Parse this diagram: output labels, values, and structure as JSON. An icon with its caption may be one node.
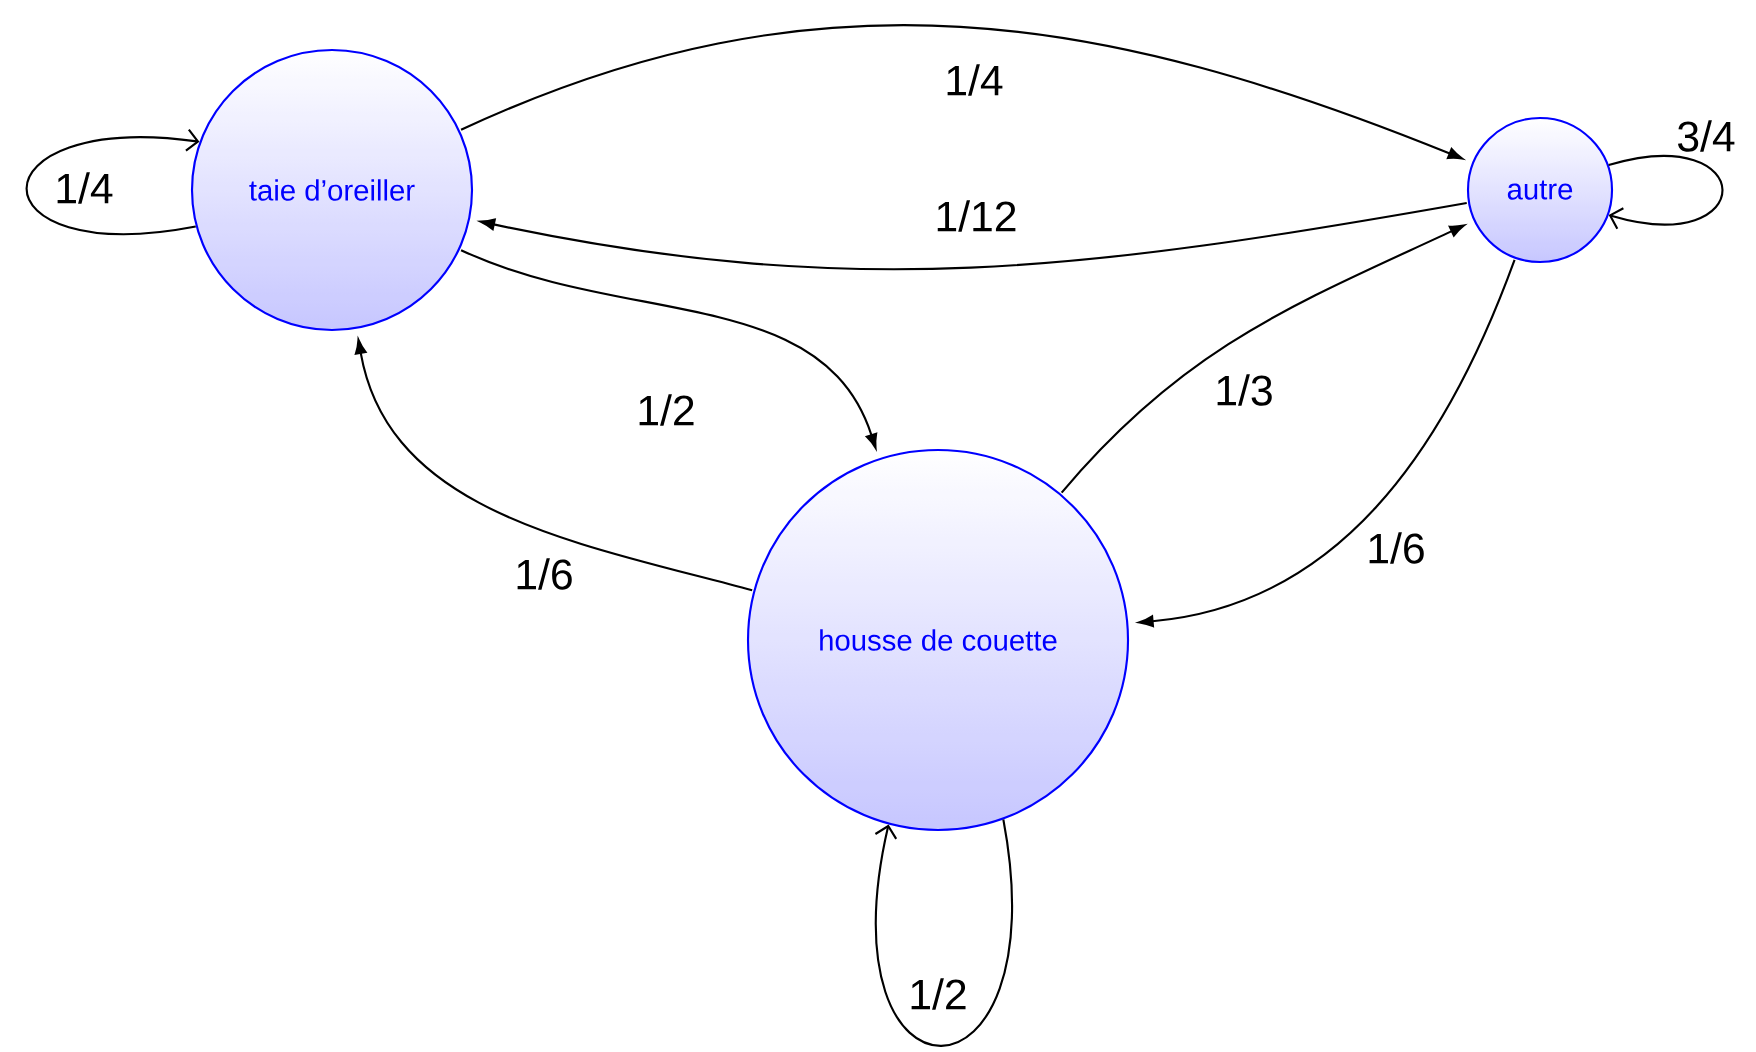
{
  "diagram": {
    "nodes": [
      {
        "text": [
          "taie d’oreiller"
        ]
      },
      {
        "text": [
          "housse de couette"
        ]
      },
      {
        "text": [
          "autre"
        ]
      }
    ],
    "edges": [
      {
        "from": 0,
        "to": 2,
        "arrow": "to",
        "label": "1/4"
      },
      {
        "from": 2,
        "to": 0,
        "arrow": "to",
        "label": "1/12"
      },
      {
        "from": 0,
        "to": 0,
        "arrow": "to",
        "label": "1/4"
      },
      {
        "from": 0,
        "to": 1,
        "arrow": "to",
        "label": "1/2"
      },
      {
        "from": 1,
        "to": 0,
        "arrow": "to",
        "label": "1/6"
      },
      {
        "from": 1,
        "to": 2,
        "arrow": "to",
        "label": "1/3"
      },
      {
        "from": 2,
        "to": 1,
        "arrow": "to",
        "label": "1/6"
      },
      {
        "from": 2,
        "to": 2,
        "arrow": "to",
        "label": "3/4"
      },
      {
        "from": 1,
        "to": 1,
        "arrow": "to",
        "label": "1/2"
      }
    ]
  }
}
